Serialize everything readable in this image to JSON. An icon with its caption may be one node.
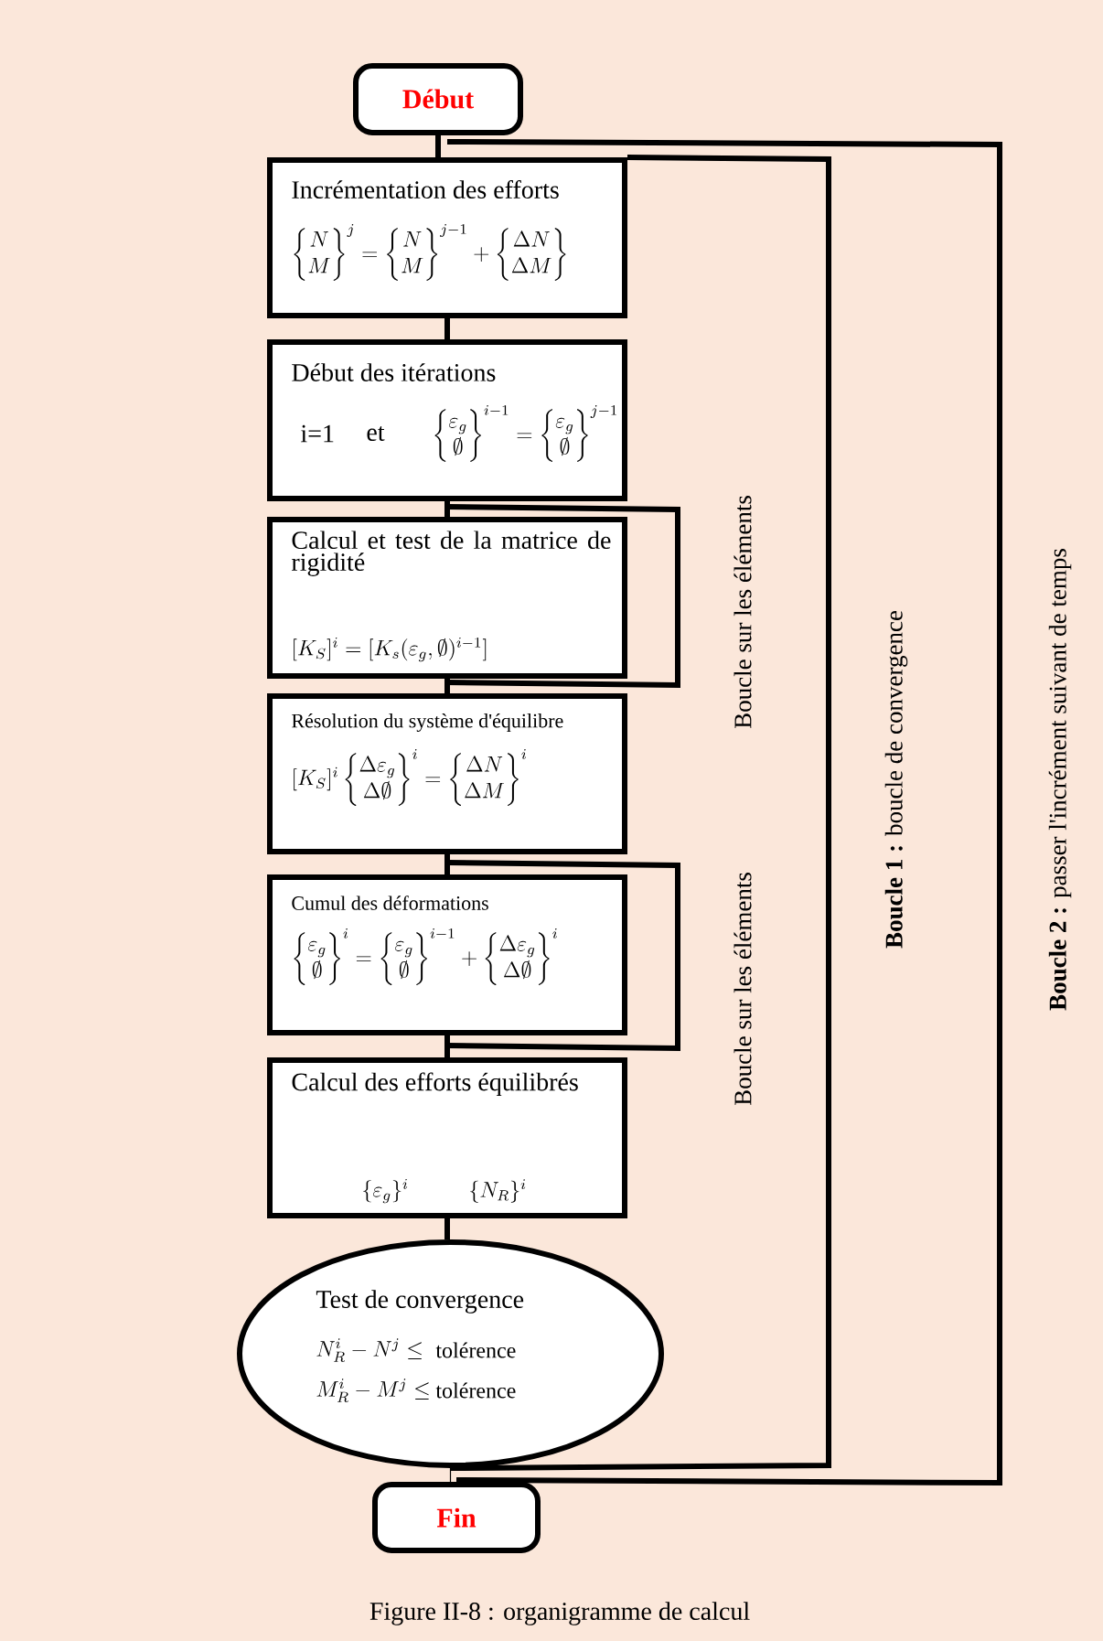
{
  "diagram": {
    "caption": "Figure II-8 : organigramme de calcul",
    "nodes": [
      {
        "text": [
          "Début"
        ]
      },
      {
        "text": [
          "Incrémentation des efforts",
          "\\begin{Bmatrix}N\\\\M\\end{Bmatrix}^{j}=\\begin{Bmatrix}N\\\\M\\end{Bmatrix}^{j-1}+\\begin{Bmatrix}\\Delta N\\\\\\Delta M\\end{Bmatrix}"
        ]
      },
      {
        "text": [
          "Début des itérations",
          "i=1",
          "et",
          "\\begin{Bmatrix}\\varepsilon_g\\\\\\emptyset\\end{Bmatrix}^{i-1}=\\begin{Bmatrix}\\varepsilon_g\\\\\\emptyset\\end{Bmatrix}^{j-1}"
        ]
      },
      {
        "text": [
          "Calcul et test de la matrice de rigidité",
          "[K_S]^{i}=[K_s(\\varepsilon_g,\\emptyset)^{i-1}]"
        ]
      },
      {
        "text": [
          "Résolution du système d'équilibre",
          "[K_S]^{i}\\begin{Bmatrix}\\Delta\\varepsilon_g\\\\\\Delta\\emptyset\\end{Bmatrix}^{i}=\\begin{Bmatrix}\\Delta N\\\\\\Delta M\\end{Bmatrix}^{i}"
        ]
      },
      {
        "text": [
          "Cumul des déformations",
          "\\begin{Bmatrix}\\varepsilon_g\\\\\\emptyset\\end{Bmatrix}^{i}=\\begin{Bmatrix}\\varepsilon_g\\\\\\emptyset\\end{Bmatrix}^{i-1}+\\begin{Bmatrix}\\Delta\\varepsilon_g\\\\\\Delta\\emptyset\\end{Bmatrix}^{i}"
        ]
      },
      {
        "text": [
          "Calcul des efforts équilibrés",
          "\\{\\varepsilon_g\\}^{i}",
          "\\{N_R\\}^{i}"
        ]
      },
      {
        "text": [
          "Test de convergence",
          "N_R^{i}-N^{j}\\leq",
          "tolérence",
          "M_R^{i}-M^{j}\\leq",
          "tolérence"
        ]
      },
      {
        "text": [
          "Fin"
        ]
      }
    ],
    "edges": [
      {
        "from": 0,
        "to": 1,
        "arrow": "none"
      },
      {
        "from": 1,
        "to": 2,
        "arrow": "none"
      },
      {
        "from": 2,
        "to": 3,
        "arrow": "none"
      },
      {
        "from": 3,
        "to": 4,
        "arrow": "none"
      },
      {
        "from": 4,
        "to": 5,
        "arrow": "none"
      },
      {
        "from": 5,
        "to": 6,
        "arrow": "none"
      },
      {
        "from": 6,
        "to": 7,
        "arrow": "none"
      },
      {
        "from": 7,
        "to": 8,
        "arrow": "none"
      },
      {
        "from": 4,
        "to": 3,
        "arrow": "none"
      },
      {
        "from": 6,
        "to": 5,
        "arrow": "none"
      },
      {
        "from": 7,
        "to": 1,
        "arrow": "none"
      },
      {
        "from": 8,
        "to": 1,
        "arrow": "none"
      }
    ],
    "labels": [
      "Boucle sur les éléments",
      "Boucle sur les éléments",
      "**Boucle 1 :** boucle de convergence",
      "**Boucle 2 :** passer l'incrément suivant de temps"
    ]
  }
}
